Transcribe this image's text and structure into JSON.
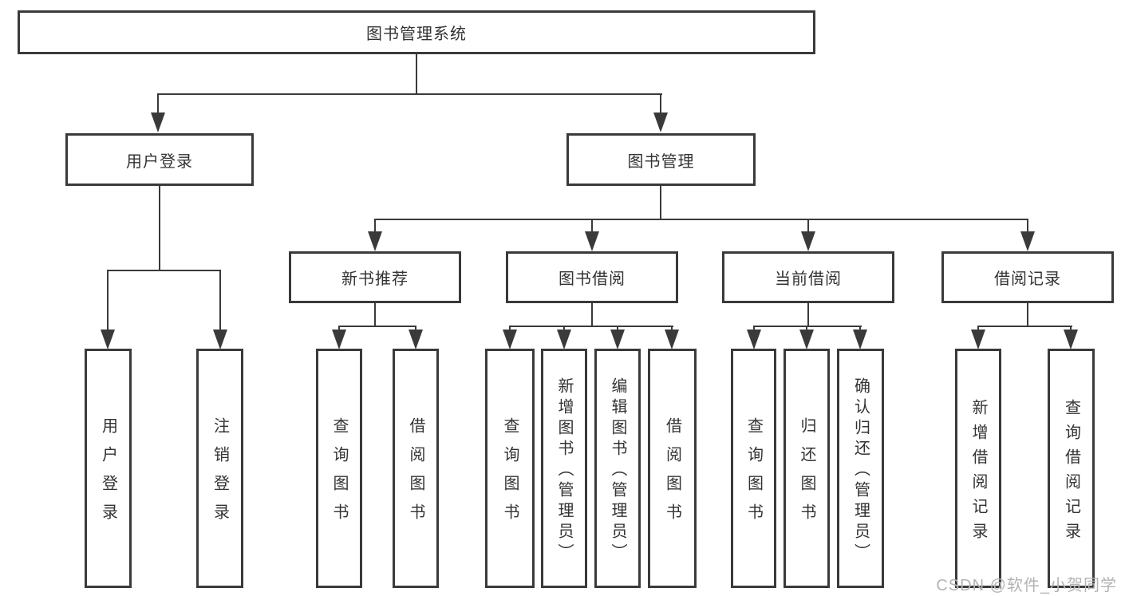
{
  "title": "图书管理系统",
  "watermark": "CSDN @软件_小贺同学",
  "colors": {
    "line": "#3a3a3a",
    "text": "#333333",
    "background": "#ffffff",
    "watermark": "#b3b3b3"
  },
  "nodes": {
    "root": {
      "label": "图书管理系统"
    },
    "user_login": {
      "label": "用户登录"
    },
    "book_mgmt": {
      "label": "图书管理"
    },
    "new_book_rec": {
      "label": "新书推荐"
    },
    "book_borrow": {
      "label": "图书借阅"
    },
    "current_borrow": {
      "label": "当前借阅"
    },
    "borrow_record": {
      "label": "借阅记录"
    },
    "leaf_user_login": {
      "label": "用户登录"
    },
    "leaf_logout": {
      "label": "注销登录"
    },
    "leaf_rec_query": {
      "label": "查询图书"
    },
    "leaf_rec_borrow": {
      "label": "借阅图书"
    },
    "leaf_bb_query": {
      "label": "查询图书"
    },
    "leaf_bb_add": {
      "label": "新增图书（管理员）"
    },
    "leaf_bb_edit": {
      "label": "编辑图书（管理员）"
    },
    "leaf_bb_borrow": {
      "label": "借阅图书"
    },
    "leaf_cb_query": {
      "label": "查询图书"
    },
    "leaf_cb_return": {
      "label": "归还图书"
    },
    "leaf_cb_confirm": {
      "label": "确认归还（管理员）"
    },
    "leaf_br_add": {
      "label": "新增借阅记录"
    },
    "leaf_br_query": {
      "label": "查询借阅记录"
    }
  },
  "hierarchy": {
    "图书管理系统": {
      "用户登录": [
        "用户登录",
        "注销登录"
      ],
      "图书管理": {
        "新书推荐": [
          "查询图书",
          "借阅图书"
        ],
        "图书借阅": [
          "查询图书",
          "新增图书（管理员）",
          "编辑图书（管理员）",
          "借阅图书"
        ],
        "当前借阅": [
          "查询图书",
          "归还图书",
          "确认归还（管理员）"
        ],
        "借阅记录": [
          "新增借阅记录",
          "查询借阅记录"
        ]
      }
    }
  }
}
